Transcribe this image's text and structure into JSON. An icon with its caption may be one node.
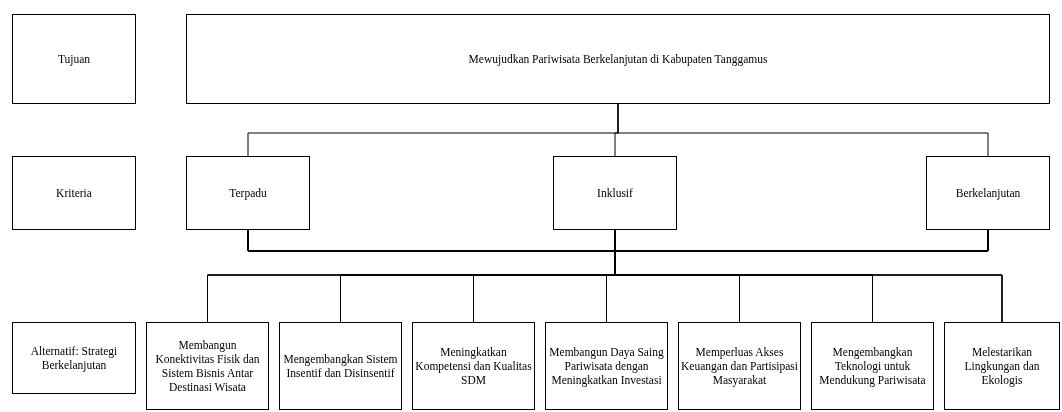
{
  "diagram": {
    "nodes": [
      {
        "text": [
          "Tujuan"
        ]
      },
      {
        "text": [
          "Mewujudkan Pariwisata Berkelanjutan di Kabupaten Tanggamus"
        ]
      },
      {
        "text": [
          "Kriteria"
        ]
      },
      {
        "text": [
          "Terpadu"
        ]
      },
      {
        "text": [
          "Inklusif"
        ]
      },
      {
        "text": [
          "Berkelanjutan"
        ]
      },
      {
        "text": [
          "Alternatif: Strategi Berkelanjutan"
        ]
      },
      {
        "text": [
          "Membangun Konektivitas Fisik dan Sistem Bisnis Antar Destinasi Wisata"
        ]
      },
      {
        "text": [
          "Mengembangkan Sistem Insentif dan Disinsentif"
        ]
      },
      {
        "text": [
          "Meningkatkan Kompetensi dan Kualitas SDM"
        ]
      },
      {
        "text": [
          "Membangun Daya Saing Pariwisata dengan Meningkatkan Investasi"
        ]
      },
      {
        "text": [
          "Memperluas Akses Keuangan dan Partisipasi Masyarakat"
        ]
      },
      {
        "text": [
          "Mengembangkan Teknologi untuk Mendukung Pariwisata"
        ]
      },
      {
        "text": [
          "Melestarikan Lingkungan dan Ekologis"
        ]
      }
    ],
    "edges": [
      {
        "from": 1,
        "to": 3,
        "arrow": "none"
      },
      {
        "from": 1,
        "to": 4,
        "arrow": "none"
      },
      {
        "from": 1,
        "to": 5,
        "arrow": "none"
      },
      {
        "from": 3,
        "to": 7,
        "arrow": "none"
      },
      {
        "from": 3,
        "to": 8,
        "arrow": "none"
      },
      {
        "from": 3,
        "to": 9,
        "arrow": "none"
      },
      {
        "from": 3,
        "to": 10,
        "arrow": "none"
      },
      {
        "from": 3,
        "to": 11,
        "arrow": "none"
      },
      {
        "from": 3,
        "to": 12,
        "arrow": "none"
      },
      {
        "from": 3,
        "to": 13,
        "arrow": "none"
      },
      {
        "from": 4,
        "to": 7,
        "arrow": "none"
      },
      {
        "from": 4,
        "to": 8,
        "arrow": "none"
      },
      {
        "from": 4,
        "to": 9,
        "arrow": "none"
      },
      {
        "from": 4,
        "to": 10,
        "arrow": "none"
      },
      {
        "from": 4,
        "to": 11,
        "arrow": "none"
      },
      {
        "from": 4,
        "to": 12,
        "arrow": "none"
      },
      {
        "from": 4,
        "to": 13,
        "arrow": "none"
      },
      {
        "from": 5,
        "to": 7,
        "arrow": "none"
      },
      {
        "from": 5,
        "to": 8,
        "arrow": "none"
      },
      {
        "from": 5,
        "to": 9,
        "arrow": "none"
      },
      {
        "from": 5,
        "to": 10,
        "arrow": "none"
      },
      {
        "from": 5,
        "to": 11,
        "arrow": "none"
      },
      {
        "from": 5,
        "to": 12,
        "arrow": "none"
      },
      {
        "from": 5,
        "to": 13,
        "arrow": "none"
      }
    ]
  }
}
